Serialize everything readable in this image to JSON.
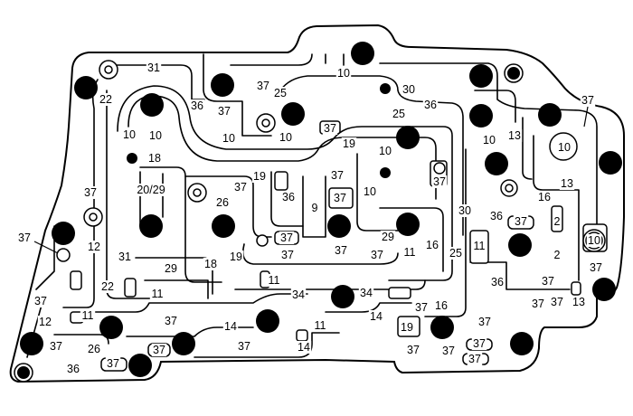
{
  "diagram": {
    "title": "Valve body channel plate",
    "colors": {
      "line": "#000000",
      "background": "#ffffff"
    },
    "labels": [
      "31",
      "10",
      "37",
      "25",
      "30",
      "22",
      "36",
      "37",
      "36",
      "25",
      "37",
      "10",
      "10",
      "10",
      "10",
      "37",
      "19",
      "10",
      "10",
      "13",
      "10",
      "18",
      "19",
      "37",
      "37",
      "13",
      "20/29",
      "37",
      "26",
      "36",
      "37",
      "9",
      "10",
      "16",
      "37",
      "30",
      "36",
      "37",
      "2",
      "37",
      "12",
      "37",
      "29",
      "10",
      "31",
      "29",
      "18",
      "19",
      "37",
      "37",
      "37",
      "11",
      "16",
      "25",
      "11",
      "2",
      "37",
      "22",
      "11",
      "11",
      "36",
      "37",
      "37",
      "34",
      "34",
      "37",
      "16",
      "37",
      "37",
      "13",
      "11",
      "12",
      "37",
      "14",
      "11",
      "14",
      "19",
      "37",
      "37",
      "26",
      "37",
      "37",
      "14",
      "37",
      "37",
      "37",
      "37",
      "36",
      "37"
    ]
  }
}
